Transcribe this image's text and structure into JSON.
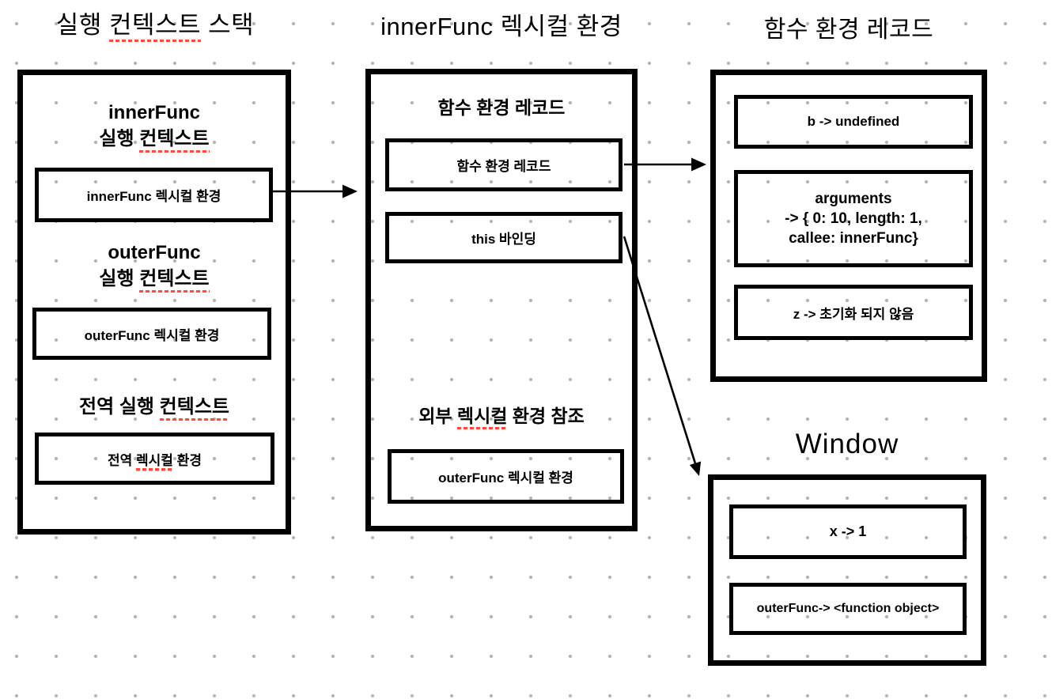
{
  "titles": {
    "stack": {
      "pre": "실행 ",
      "misspelled": "컨텍스트",
      "post": " 스택"
    },
    "lexical_env": "innerFunc 렉시컬 환경",
    "env_record": "함수 환경 레코드",
    "window": "Window"
  },
  "stack_panel": {
    "heading_inner": {
      "line1": "innerFunc",
      "line2_pre": "실행 ",
      "line2_misspelled": "컨텍스트",
      "line2_post": ""
    },
    "slot_inner": "innerFunc 렉시컬 환경",
    "heading_outer": {
      "line1": "outerFunc",
      "line2_pre": "실행 ",
      "line2_misspelled": "컨텍스트",
      "line2_post": ""
    },
    "slot_outer": "outerFunc 렉시컬 환경",
    "heading_global": {
      "pre": "전역 실행 ",
      "misspelled": "컨텍스트",
      "post": ""
    },
    "slot_global": {
      "pre": "전역 ",
      "misspelled": "렉시컬",
      "post": " 환경"
    }
  },
  "lexical_panel": {
    "heading_record": "함수 환경 레코드",
    "slot_record": "함수 환경 레코드",
    "slot_this": "this 바인딩",
    "heading_outer_ref": {
      "pre": "외부 ",
      "misspelled": "렉시컬",
      "post": " 환경 참조"
    },
    "slot_outer": "outerFunc 렉시컬 환경"
  },
  "record_panel": {
    "slot_b": "b -> undefined",
    "slot_arguments": {
      "line1": "arguments",
      "line2": "-> { 0: 10, length: 1,",
      "line3": "callee: innerFunc}"
    },
    "slot_z": "z -> 초기화 되지 않음"
  },
  "window_panel": {
    "slot_x": "x -> 1",
    "slot_outerfunc": "outerFunc-> <function object>"
  },
  "colors": {
    "stroke": "#000000",
    "squiggle": "#ff4a3d",
    "grid_dot": "#b4b4b4"
  }
}
